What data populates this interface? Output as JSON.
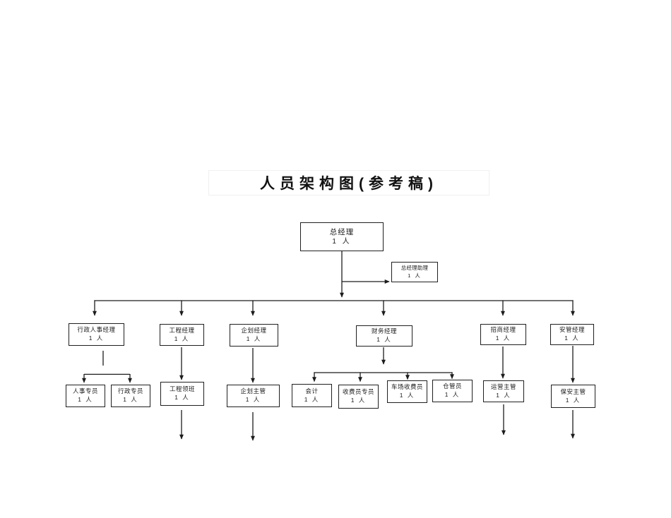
{
  "page": {
    "title": "人员架构图(参考稿)",
    "background": "#ffffff",
    "line_color": "#1c1c1c",
    "box_border_color": "#1f1f1f"
  },
  "nodes": {
    "general_manager": {
      "label": "总经理",
      "count": "1 人"
    },
    "gm_assistant": {
      "label": "总经理助理",
      "count": "1 人"
    },
    "admin_hr_manager": {
      "label": "行政人事经理",
      "count": "1 人"
    },
    "engineering_manager": {
      "label": "工程经理",
      "count": "1 人"
    },
    "planning_manager": {
      "label": "企划经理",
      "count": "1 人"
    },
    "finance_manager": {
      "label": "财务经理",
      "count": "1 人"
    },
    "investment_manager": {
      "label": "招商经理",
      "count": "1 人"
    },
    "security_manager": {
      "label": "安管经理",
      "count": "1 人"
    },
    "hr_specialist": {
      "label": "人事专员",
      "count": "1 人"
    },
    "admin_specialist": {
      "label": "行政专员",
      "count": "1 人"
    },
    "engineering_foreman": {
      "label": "工程领班",
      "count": "1 人"
    },
    "planning_supervisor": {
      "label": "企划主管",
      "count": "1 人"
    },
    "accountant": {
      "label": "会计",
      "count": "1 人"
    },
    "toll_specialist": {
      "label": "收费员专员",
      "count": "1 人"
    },
    "parking_toll_collector": {
      "label": "车场收费员",
      "count": "1 人"
    },
    "warehouse_keeper": {
      "label": "仓管员",
      "count": "1 人"
    },
    "operations_supervisor": {
      "label": "运营主管",
      "count": "1 人"
    },
    "security_supervisor": {
      "label": "保安主管",
      "count": "1 人"
    }
  },
  "hierarchy": {
    "总经理": [
      "总经理助理",
      "行政人事经理",
      "工程经理",
      "企划经理",
      "财务经理",
      "招商经理",
      "安管经理"
    ],
    "行政人事经理": [
      "人事专员",
      "行政专员"
    ],
    "工程经理": [
      "工程领班"
    ],
    "企划经理": [
      "企划主管"
    ],
    "财务经理": [
      "会计",
      "收费员专员",
      "车场收费员",
      "仓管员"
    ],
    "招商经理": [
      "运营主管"
    ],
    "安管经理": [
      "保安主管"
    ]
  }
}
